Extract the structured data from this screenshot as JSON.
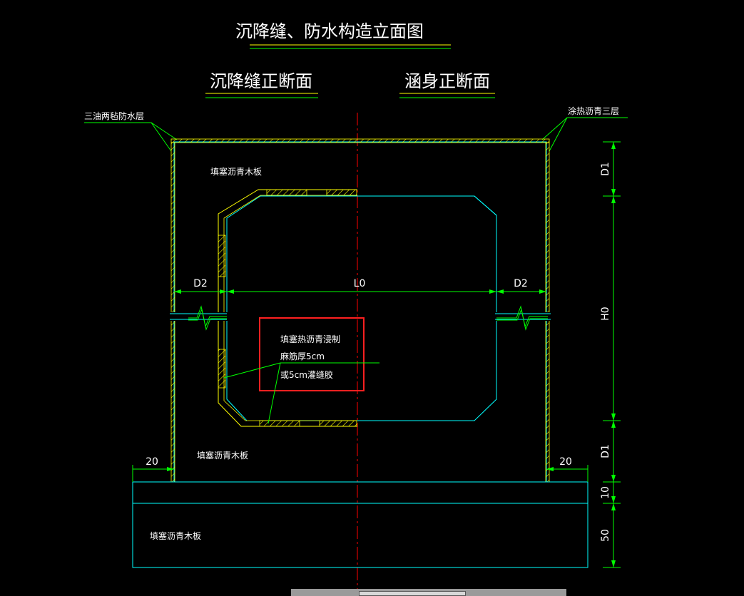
{
  "title": "沉降缝、防水构造立面图",
  "left_heading": "沉降缝正断面",
  "right_heading": "涵身正断面",
  "labels": {
    "waterproof_left": "三油两毡防水层",
    "waterproof_right": "涂热沥青三层",
    "fill_top": "填塞沥青木板",
    "fill_bottom": "填塞沥青木板",
    "fill_base": "填塞沥青木板",
    "note_line1": "填塞热沥青浸制",
    "note_line2": "麻筋厚5cm",
    "note_line3": "或5cm灌缝胶"
  },
  "dimensions": {
    "d2_left": "D2",
    "l0": "L0",
    "d2_right": "D2",
    "d1_top": "D1",
    "h0": "H0",
    "d1_bottom": "D1",
    "base_10": "10",
    "base_50": "50",
    "edge_left_20": "20",
    "edge_right_20": "20"
  },
  "colors": {
    "background": "#000000",
    "outline": "#00ffff",
    "waterproof": "#ffff00",
    "dimension": "#00ff00",
    "centerline": "#ff0000",
    "highlight_box": "#ff2020",
    "text": "#ffffff"
  }
}
